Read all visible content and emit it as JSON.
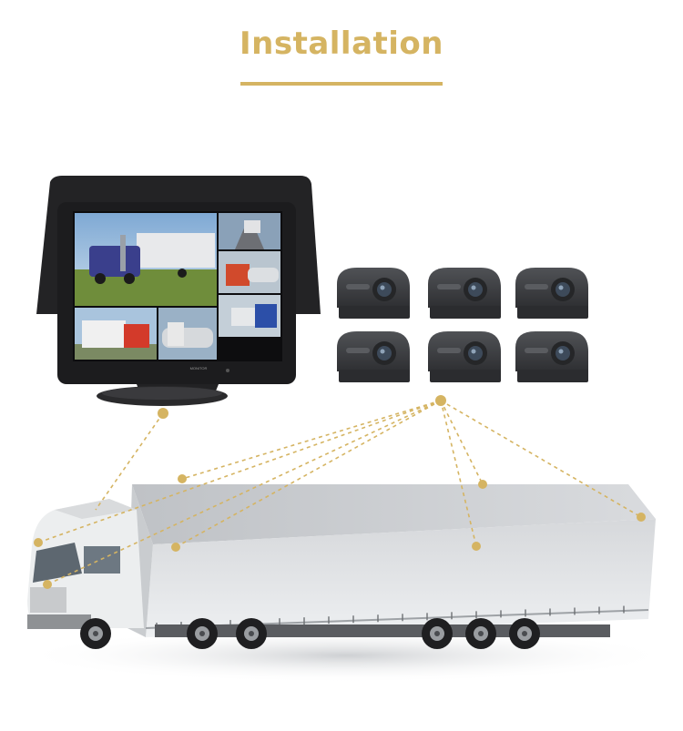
{
  "header": {
    "title": "Installation"
  },
  "monitor": {
    "brand_label": "MONITOR"
  },
  "cameras": {
    "count": 6
  },
  "colors": {
    "accent": "#d5b462",
    "screen_bezel": "#1c1c1e",
    "camera_body": "#3a3b3e",
    "trailer": "#e4e6e8"
  },
  "icons": [
    "monitor-icon",
    "camera-icon",
    "truck-icon"
  ]
}
